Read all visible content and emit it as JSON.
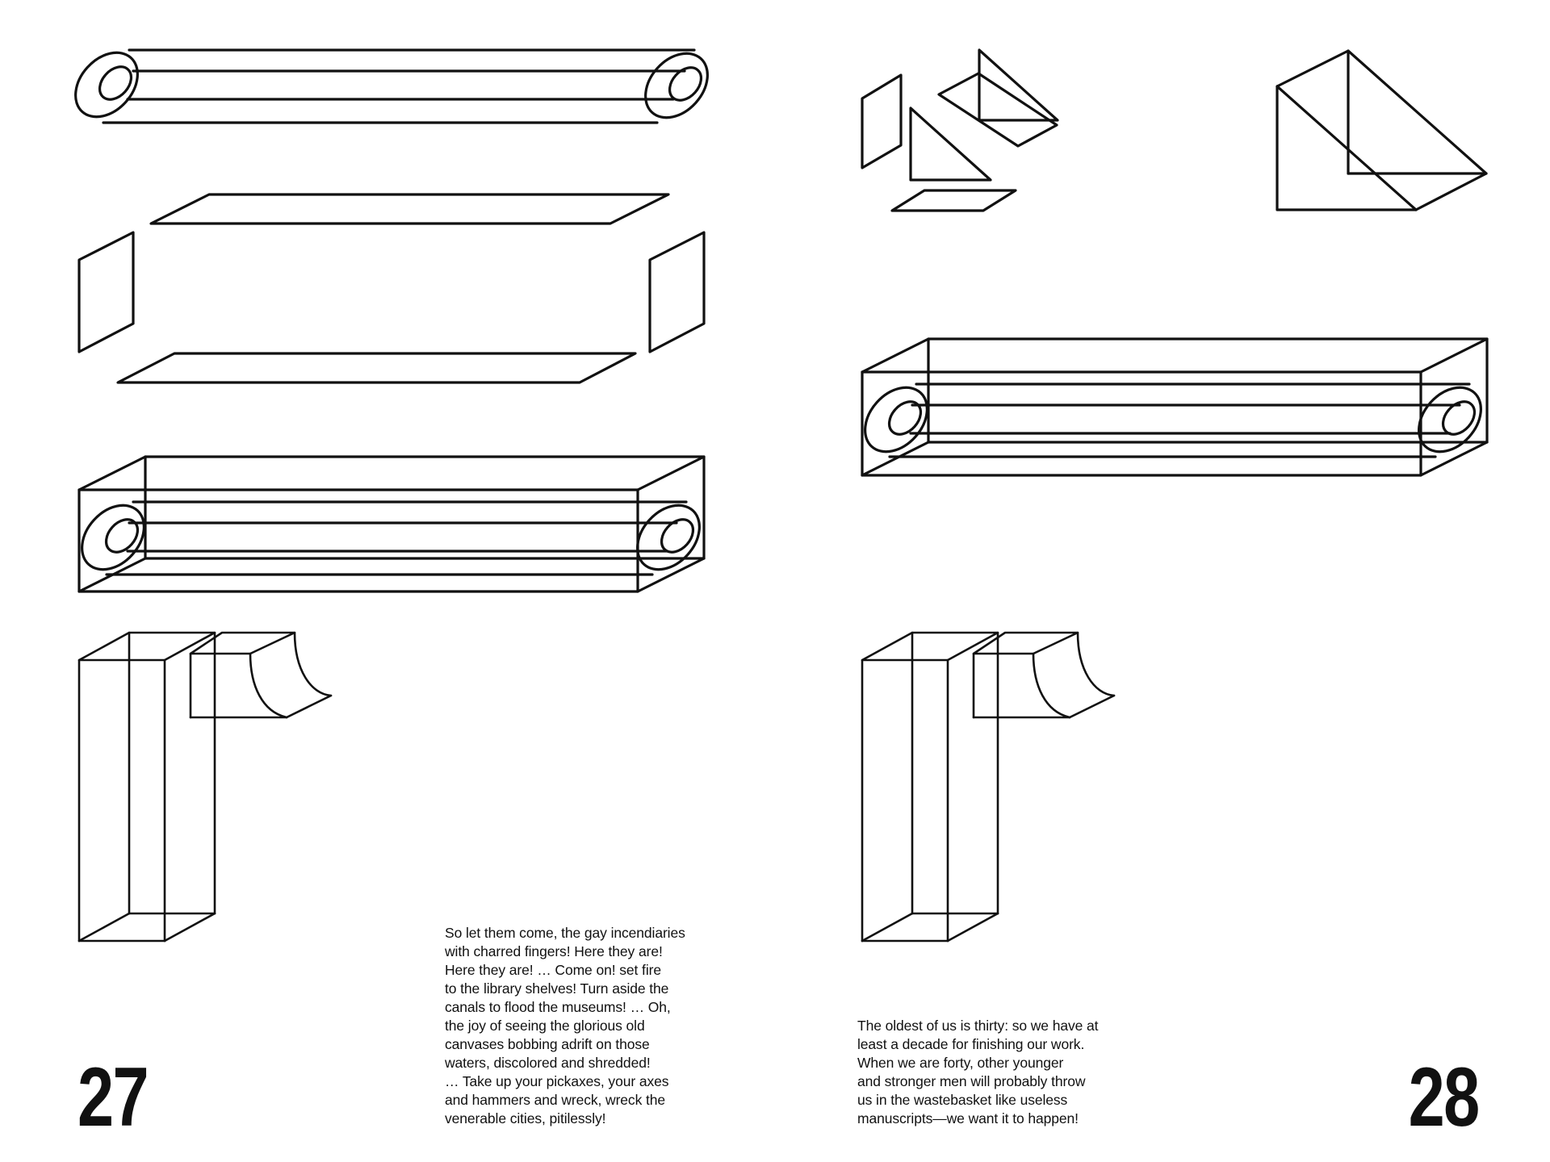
{
  "pages": {
    "left": {
      "number": "27",
      "text_lines": [
        "So let them come, the gay incendiaries",
        "with charred fingers! Here they are!",
        "Here they are! … Come on! set fire",
        "to the library shelves! Turn aside the",
        "canals to flood the museums! … Oh,",
        "the joy of seeing the glorious old",
        "canvases bobbing adrift on those",
        "waters, discolored and shredded!",
        "… Take up your pickaxes, your axes",
        "and hammers and wreck, wreck the",
        "venerable cities, pitilessly!"
      ]
    },
    "right": {
      "number": "28",
      "text_lines": [
        "The oldest of us is thirty: so we have at",
        "least a decade for finishing our work.",
        "When we are forty, other younger",
        "and stronger men will probably throw",
        "us in the wastebasket like useless",
        "manuscripts—we want it to happen!"
      ]
    }
  },
  "colors": {
    "ink": "#111111",
    "paper": "#ffffff"
  }
}
